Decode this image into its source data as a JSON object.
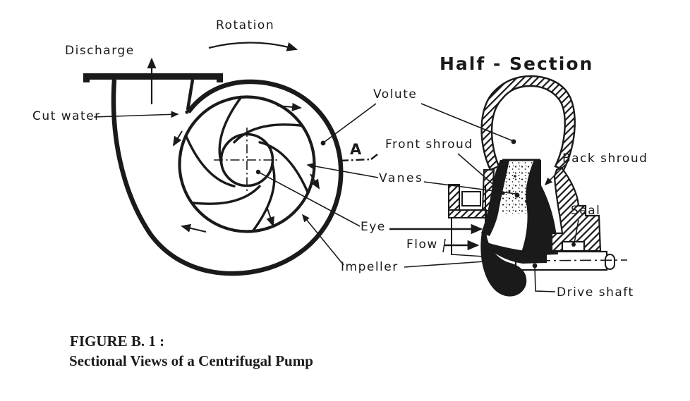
{
  "colors": {
    "ink": "#1a1a1a",
    "paper": "#ffffff"
  },
  "labels": {
    "rotation": "Rotation",
    "discharge": "Discharge",
    "cut_water": "Cut water",
    "section_marker": "A",
    "half_section_title": "Half - Section",
    "volute": "Volute",
    "front_shroud": "Front shroud",
    "back_shroud": "Back shroud",
    "vanes": "Vanes",
    "eye": "Eye",
    "flow": "Flow",
    "seal": "Seal",
    "impeller": "Impeller",
    "drive_shaft": "Drive shaft"
  },
  "caption": {
    "line1": "FIGURE B. 1 :",
    "line2": "Sectional Views of a Centrifugal Pump"
  }
}
